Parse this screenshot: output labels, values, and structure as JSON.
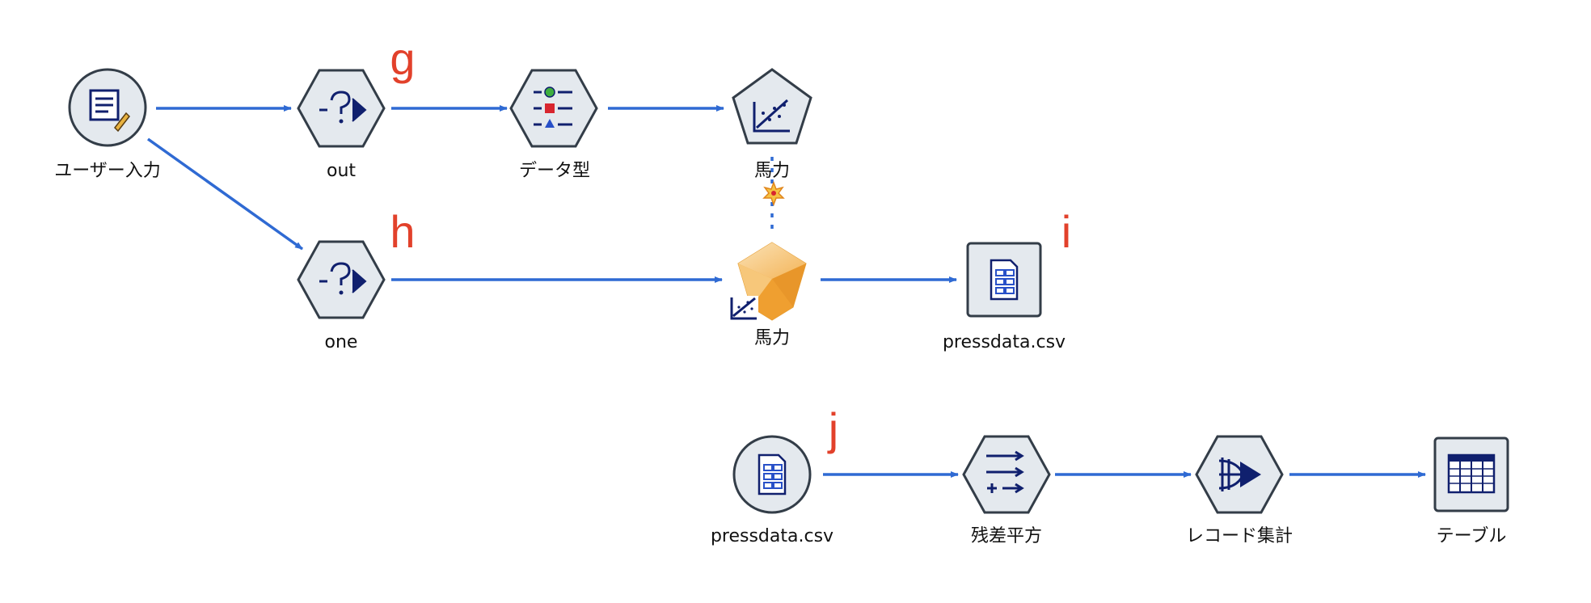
{
  "nodes": {
    "user_input": {
      "label": "ユーザー入力",
      "icon": "user-input-icon"
    },
    "select_out": {
      "label": "out",
      "icon": "select-icon"
    },
    "data_type": {
      "label": "データ型",
      "icon": "type-icon"
    },
    "model_horsepower": {
      "label": "馬力",
      "icon": "regression-model-icon"
    },
    "select_one": {
      "label": "one",
      "icon": "select-icon"
    },
    "nugget_horsepower": {
      "label": "馬力",
      "icon": "model-nugget-icon"
    },
    "export_csv": {
      "label": "pressdata.csv",
      "icon": "file-export-icon"
    },
    "source_csv": {
      "label": "pressdata.csv",
      "icon": "file-source-icon"
    },
    "residual_sq": {
      "label": "残差平方",
      "icon": "derive-icon"
    },
    "aggregate": {
      "label": "レコード集計",
      "icon": "aggregate-icon"
    },
    "table": {
      "label": "テーブル",
      "icon": "table-icon"
    }
  },
  "annotations": {
    "g": "g",
    "h": "h",
    "i": "i",
    "j": "j"
  },
  "colors": {
    "edge": "#2f6ad3",
    "annotation": "#e2412b",
    "node_fill": "#e4e9ee",
    "node_stroke": "#333d48",
    "nugget": "#f2a93b"
  }
}
